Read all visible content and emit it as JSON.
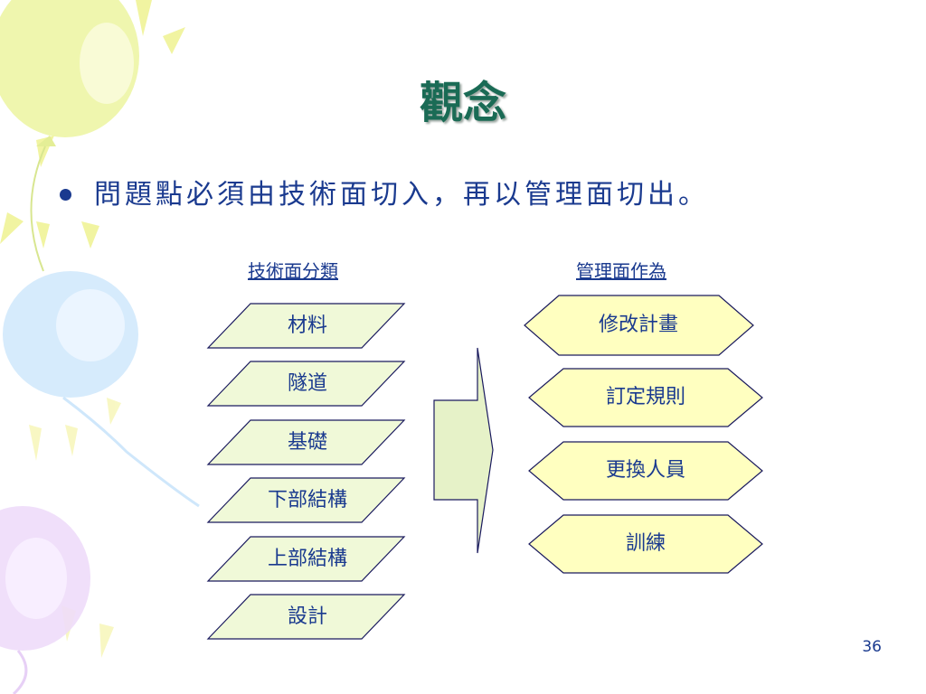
{
  "title": "觀念",
  "bullet": "問題點必須由技術面切入，再以管理面切出。",
  "left_heading": "技術面分類",
  "right_heading": "管理面作為",
  "left_items": [
    "材料",
    "隧道",
    "基礎",
    "下部結構",
    "上部結構",
    "設計"
  ],
  "right_items": [
    "修改計畫",
    "訂定規則",
    "更換人員",
    "訓練"
  ],
  "page_number": "36",
  "colors": {
    "title": "#1a6b55",
    "text": "#1a3a8f",
    "parallelogram_fill": "#f0f9d8",
    "hexagon_fill": "#ffffc0",
    "arrow_fill": "#e6f2c8",
    "outline": "#1a1a5e"
  }
}
